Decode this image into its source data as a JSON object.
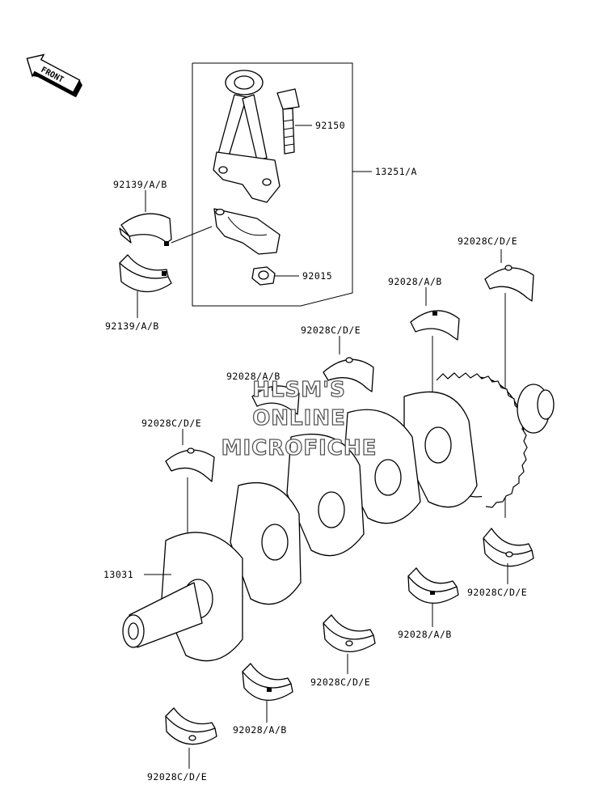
{
  "front_badge": "FRONT",
  "labels": {
    "conrod_bolt": "92150",
    "conrod_assy": "13251/A",
    "conrod_nut": "92015",
    "conrod_bearing_upper": "92139/A/B",
    "conrod_bearing_lower": "92139/A/B",
    "main_bearing_1": "92028C/D/E",
    "main_bearing_2": "92028/A/B",
    "main_bearing_3": "92028C/D/E",
    "main_bearing_4": "92028/A/B",
    "main_bearing_5": "92028C/D/E",
    "crankshaft": "13031",
    "main_bearing_6": "92028C/D/E",
    "main_bearing_7": "92028/A/B",
    "main_bearing_8": "92028C/D/E",
    "main_bearing_9": "92028/A/B",
    "main_bearing_10": "92028C/D/E"
  },
  "watermark": {
    "line1": "HLSM'S",
    "line2": "ONLINE",
    "line3": "MICROFICHE"
  }
}
